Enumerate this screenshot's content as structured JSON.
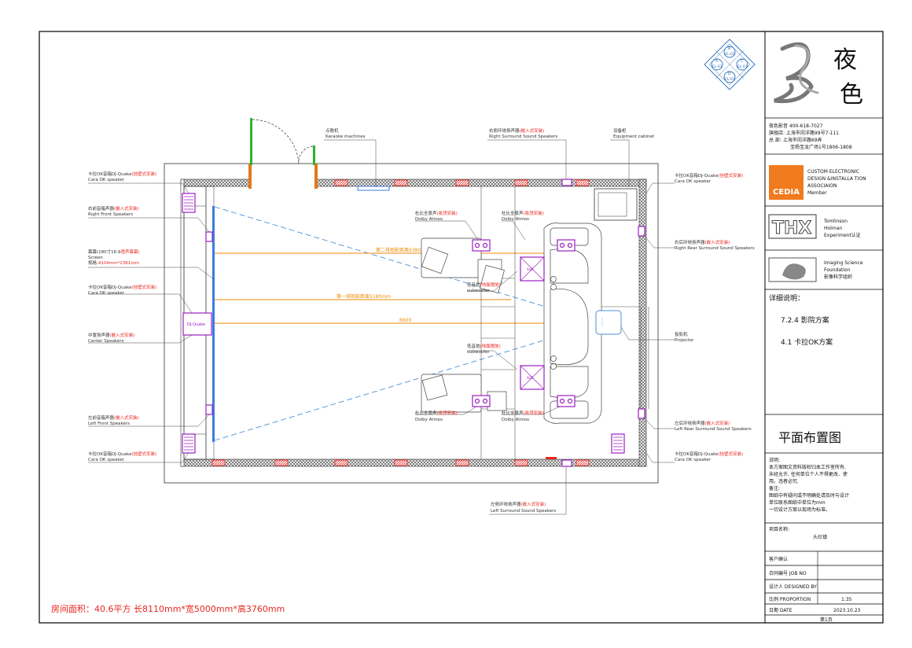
{
  "room_summary": "房间面积：40.6平方  长8110mm*宽5000mm*高3760mm",
  "labels": {
    "karaoke_cn": "点歌机",
    "karaoke_en": "Karaoke machines",
    "rss_top_cn": "右侧环绕扬声器",
    "rss_top_tag": "(嵌入式安装)",
    "rss_top_en": "Right Surround Sound Speakers",
    "equip_cn": "设备柜",
    "equip_en": "Equipment cabinet",
    "cara_tl_cn": "卡拉OK音箱DJ-Quake",
    "cara_tag": "(挂壁式安装)",
    "cara_en": "Cara OK speaker",
    "rfs_cn": "右前音箱声器",
    "rfs_tag": "(嵌入式安装)",
    "rfs_en": "Right Front Speakers",
    "screen_cn": "幕幕(180寸16:9",
    "screen_tag": "透声幕幕)",
    "screen_en": "Screen",
    "screen_size_label": "规格:",
    "screen_size": "4104mm*2361mm",
    "cara_ml_cn": "卡拉OK音箱DJ-Quake",
    "cara_ml_tag": "(挂壁式安装)",
    "center_cn": "中置扬声器",
    "center_tag": "(嵌入式安装)",
    "center_en": "Center Speakers",
    "lfs_cn": "左前音箱声器",
    "lfs_tag": "(嵌入式安装)",
    "lfs_en": "Left Front Speakers",
    "atmos_cn": "杜比全景声",
    "atmos_tag": "(吸顶安装)",
    "atmos_en": "Dolby Atmos",
    "sub_cn": "低音炮",
    "sub_tag": "(地面摆放)",
    "sub_en": "subwoofer",
    "rrss_cn": "右后环绕扬声器",
    "rrss_tag": "(嵌入式安装)",
    "rrss_en": "Right Rear Surround Sound Speakers",
    "proj_cn": "投影机",
    "proj_en": "Projector",
    "lrss_cn": "左后环绕扬声器",
    "lrss_tag": "(嵌入式安装)",
    "lrss_en": "Left Rear Surround Sound Speakers",
    "lss_cn": "左侧环绕扬声器",
    "lss_tag": "(嵌入式安装)",
    "lss_en": "Left Surround Sound Speakers",
    "dim_row2": "第二排观影距离6380mm",
    "dim_row1": "第一排观影距离5180mm",
    "dim_proj": "6600",
    "djquake_label": "DJ-Quake",
    "sub_box_label": "SUB",
    "compass": [
      "B",
      "EL-01",
      "A",
      "C",
      "EL-01",
      "EL-01",
      "D",
      "EL-01"
    ]
  },
  "title_block": {
    "logo_char1": "夜",
    "logo_char2": "色",
    "contact": [
      "夜色影音 400-618-7027",
      "旗舰店: 上海市闵洋路99号7-111",
      "总  部: 上海市闵洋路69弄",
      "宝杨宝龙广场1号1806-1808"
    ],
    "cedia_logo": "CEDIA",
    "cedia_text": [
      "CUSTOM ELECTRONIC",
      "DESIGN &INSTALLA TION",
      "ASSOCIAION",
      "Member"
    ],
    "thx_logo": "THX",
    "thx_text": [
      "Tomlinson",
      "Holman",
      "Experiment认证"
    ],
    "isf_text": [
      "Imaging Science",
      "Foundation",
      "影像科学组织"
    ],
    "detail_title": "详细说明：",
    "detail_items": [
      "7.2.4 影院方案",
      "4.1 卡拉OK方案"
    ],
    "drawing_title": "平面布置图",
    "notes": [
      "说明:",
      "本方案图文资料版权归本工作室所有,",
      "未经允许, 任何单位个人不得更改、使",
      "用。违者必究.",
      "备注:",
      "图纸中有疑问或不明确处请及时与设计",
      "单位联系图纸中单位为mm",
      "一切设计方案以现场为标准。"
    ],
    "project_label": "项目名称:",
    "project_value": "头灶镇",
    "client_label": "客户确认",
    "job_label": "合同编号  JOB NO",
    "designer_label": "设计人 DESIGNED BY",
    "scale_label": "比例  PROPORTION",
    "scale_value": "1:35",
    "date_label": "日期     DATE",
    "date_value": "2023.10.23",
    "page": "第1页"
  },
  "colors": {
    "line": "#1a1a1a",
    "red_annotation": "#e8261e",
    "speaker_magenta": "#9b1fc0",
    "dim_orange": "#f08a00",
    "sightline_blue": "#4a90d9",
    "screen_blue": "#3d7be0",
    "door_green": "#2bb52b",
    "door_orange": "#e07a1a",
    "compass_blue": "#2a6fb8",
    "cedia_orange": "#f07a1e"
  }
}
